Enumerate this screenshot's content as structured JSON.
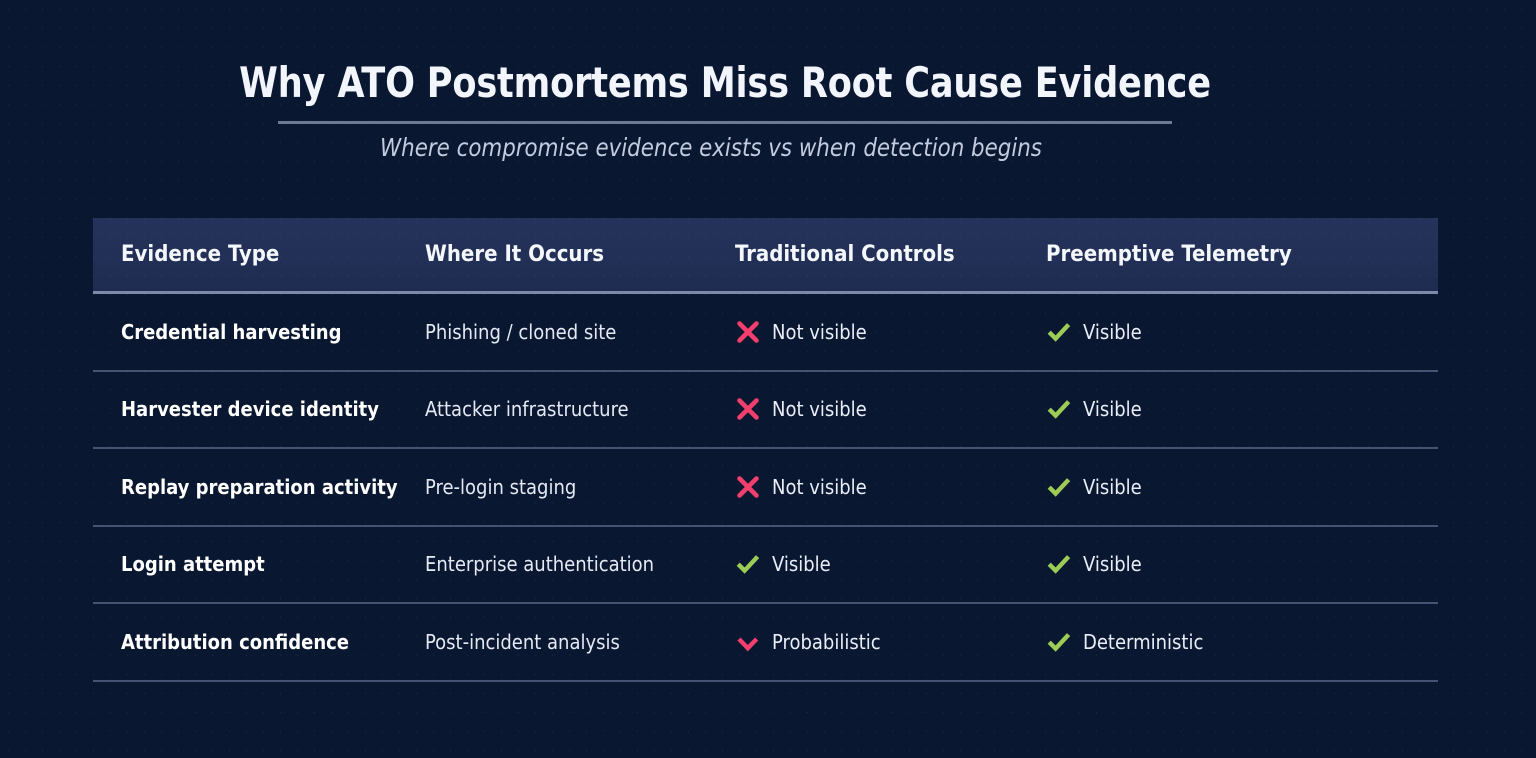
{
  "header": {
    "title": "Why ATO Postmortems Miss Root Cause Evidence",
    "subtitle": "Where compromise evidence exists vs when detection begins"
  },
  "colors": {
    "background": "#0a1730",
    "header_band": "#23315a",
    "title_text": "#f2f5fb",
    "subtitle_text": "#c3ccdf",
    "divider": "#8d99b5",
    "row_separator": "#96a8cd",
    "negative": "#f43f6e",
    "positive": "#9ccc55"
  },
  "table": {
    "columns": [
      "Evidence Type",
      "Where It Occurs",
      "Traditional Controls",
      "Preemptive Telemetry"
    ],
    "rows": [
      {
        "evidence_type": "Credential harvesting",
        "where_it_occurs": "Phishing / cloned site",
        "traditional_controls": {
          "icon": "cross-icon",
          "label": "Not visible",
          "state": "negative"
        },
        "preemptive_telemetry": {
          "icon": "check-icon",
          "label": "Visible",
          "state": "positive"
        }
      },
      {
        "evidence_type": "Harvester device identity",
        "where_it_occurs": "Attacker infrastructure",
        "traditional_controls": {
          "icon": "cross-icon",
          "label": "Not visible",
          "state": "negative"
        },
        "preemptive_telemetry": {
          "icon": "check-icon",
          "label": "Visible",
          "state": "positive"
        }
      },
      {
        "evidence_type": "Replay preparation activity",
        "where_it_occurs": "Pre-login staging",
        "traditional_controls": {
          "icon": "cross-icon",
          "label": "Not visible",
          "state": "negative"
        },
        "preemptive_telemetry": {
          "icon": "check-icon",
          "label": "Visible",
          "state": "positive"
        }
      },
      {
        "evidence_type": "Login attempt",
        "where_it_occurs": "Enterprise authentication",
        "traditional_controls": {
          "icon": "check-icon",
          "label": "Visible",
          "state": "positive"
        },
        "preemptive_telemetry": {
          "icon": "check-icon",
          "label": "Visible",
          "state": "positive"
        }
      },
      {
        "evidence_type": "Attribution confidence",
        "where_it_occurs": "Post-incident analysis",
        "traditional_controls": {
          "icon": "chevron-down-icon",
          "label": "Probabilistic",
          "state": "negative"
        },
        "preemptive_telemetry": {
          "icon": "check-icon",
          "label": "Deterministic",
          "state": "positive"
        }
      }
    ]
  }
}
